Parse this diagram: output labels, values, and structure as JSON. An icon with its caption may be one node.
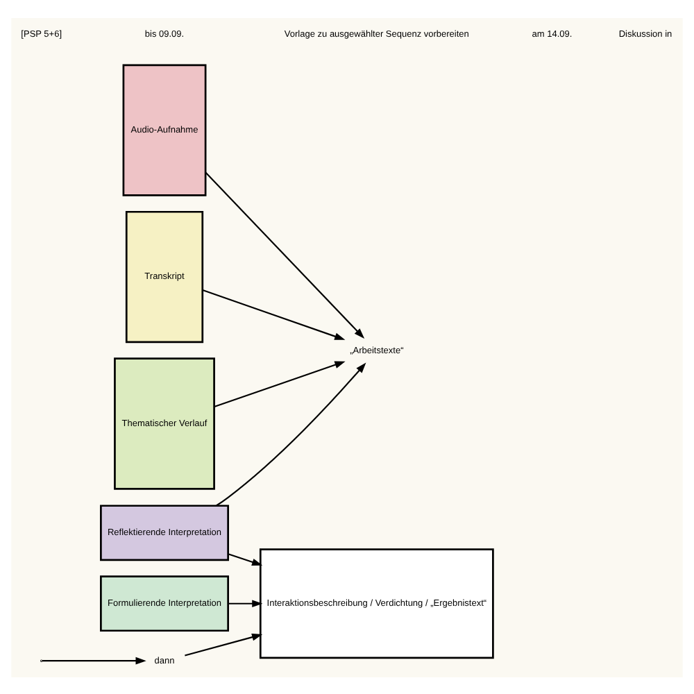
{
  "diagram": {
    "nodes": [
      {
        "text": [
          "Audio-Aufnahme"
        ]
      },
      {
        "text": [
          "Transkript"
        ]
      },
      {
        "text": [
          "Thematischer Verlauf"
        ]
      },
      {
        "text": [
          "Formulierende Interpretation"
        ]
      },
      {
        "text": [
          "Reflektierende Interpretation"
        ]
      },
      {
        "text": [
          "Interaktionsbeschreibung / Verdichtung / „Ergebnistext“"
        ]
      },
      {
        "text": [
          "„Arbeitstexte“"
        ]
      },
      {
        "text": [
          "dann"
        ]
      }
    ],
    "edges": [
      {
        "from": 0,
        "to": 6,
        "arrow": "to"
      },
      {
        "from": 1,
        "to": 6,
        "arrow": "to"
      },
      {
        "from": 2,
        "to": 6,
        "arrow": "to"
      },
      {
        "from": 4,
        "to": 6,
        "arrow": "to"
      },
      {
        "from": 3,
        "to": 5,
        "arrow": "to"
      },
      {
        "from": 4,
        "to": 5,
        "arrow": "to"
      },
      {
        "from": 7,
        "to": 5,
        "arrow": "to"
      },
      {
        "from": null,
        "to": 7,
        "arrow": "to"
      }
    ],
    "labels": [
      "[PSP 5+6]",
      "bis 09.09.",
      "Vorlage zu ausgewählter Sequenz vorbereiten",
      "am 14.09.",
      "Diskussion in"
    ]
  }
}
